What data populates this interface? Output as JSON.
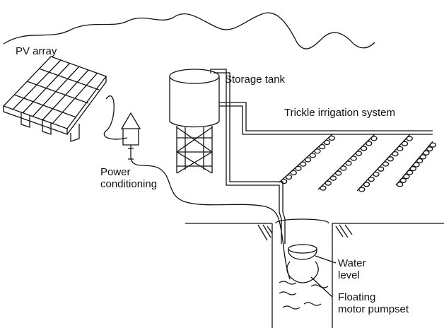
{
  "labels": {
    "pv_array": "PV array",
    "storage_tank": "Storage tank",
    "trickle_irrigation": "Trickle irrigation system",
    "power_conditioning_1": "Power",
    "power_conditioning_2": "conditioning",
    "water_level_1": "Water",
    "water_level_2": "level",
    "pumpset_1": "Floating",
    "pumpset_2": "motor pumpset"
  }
}
